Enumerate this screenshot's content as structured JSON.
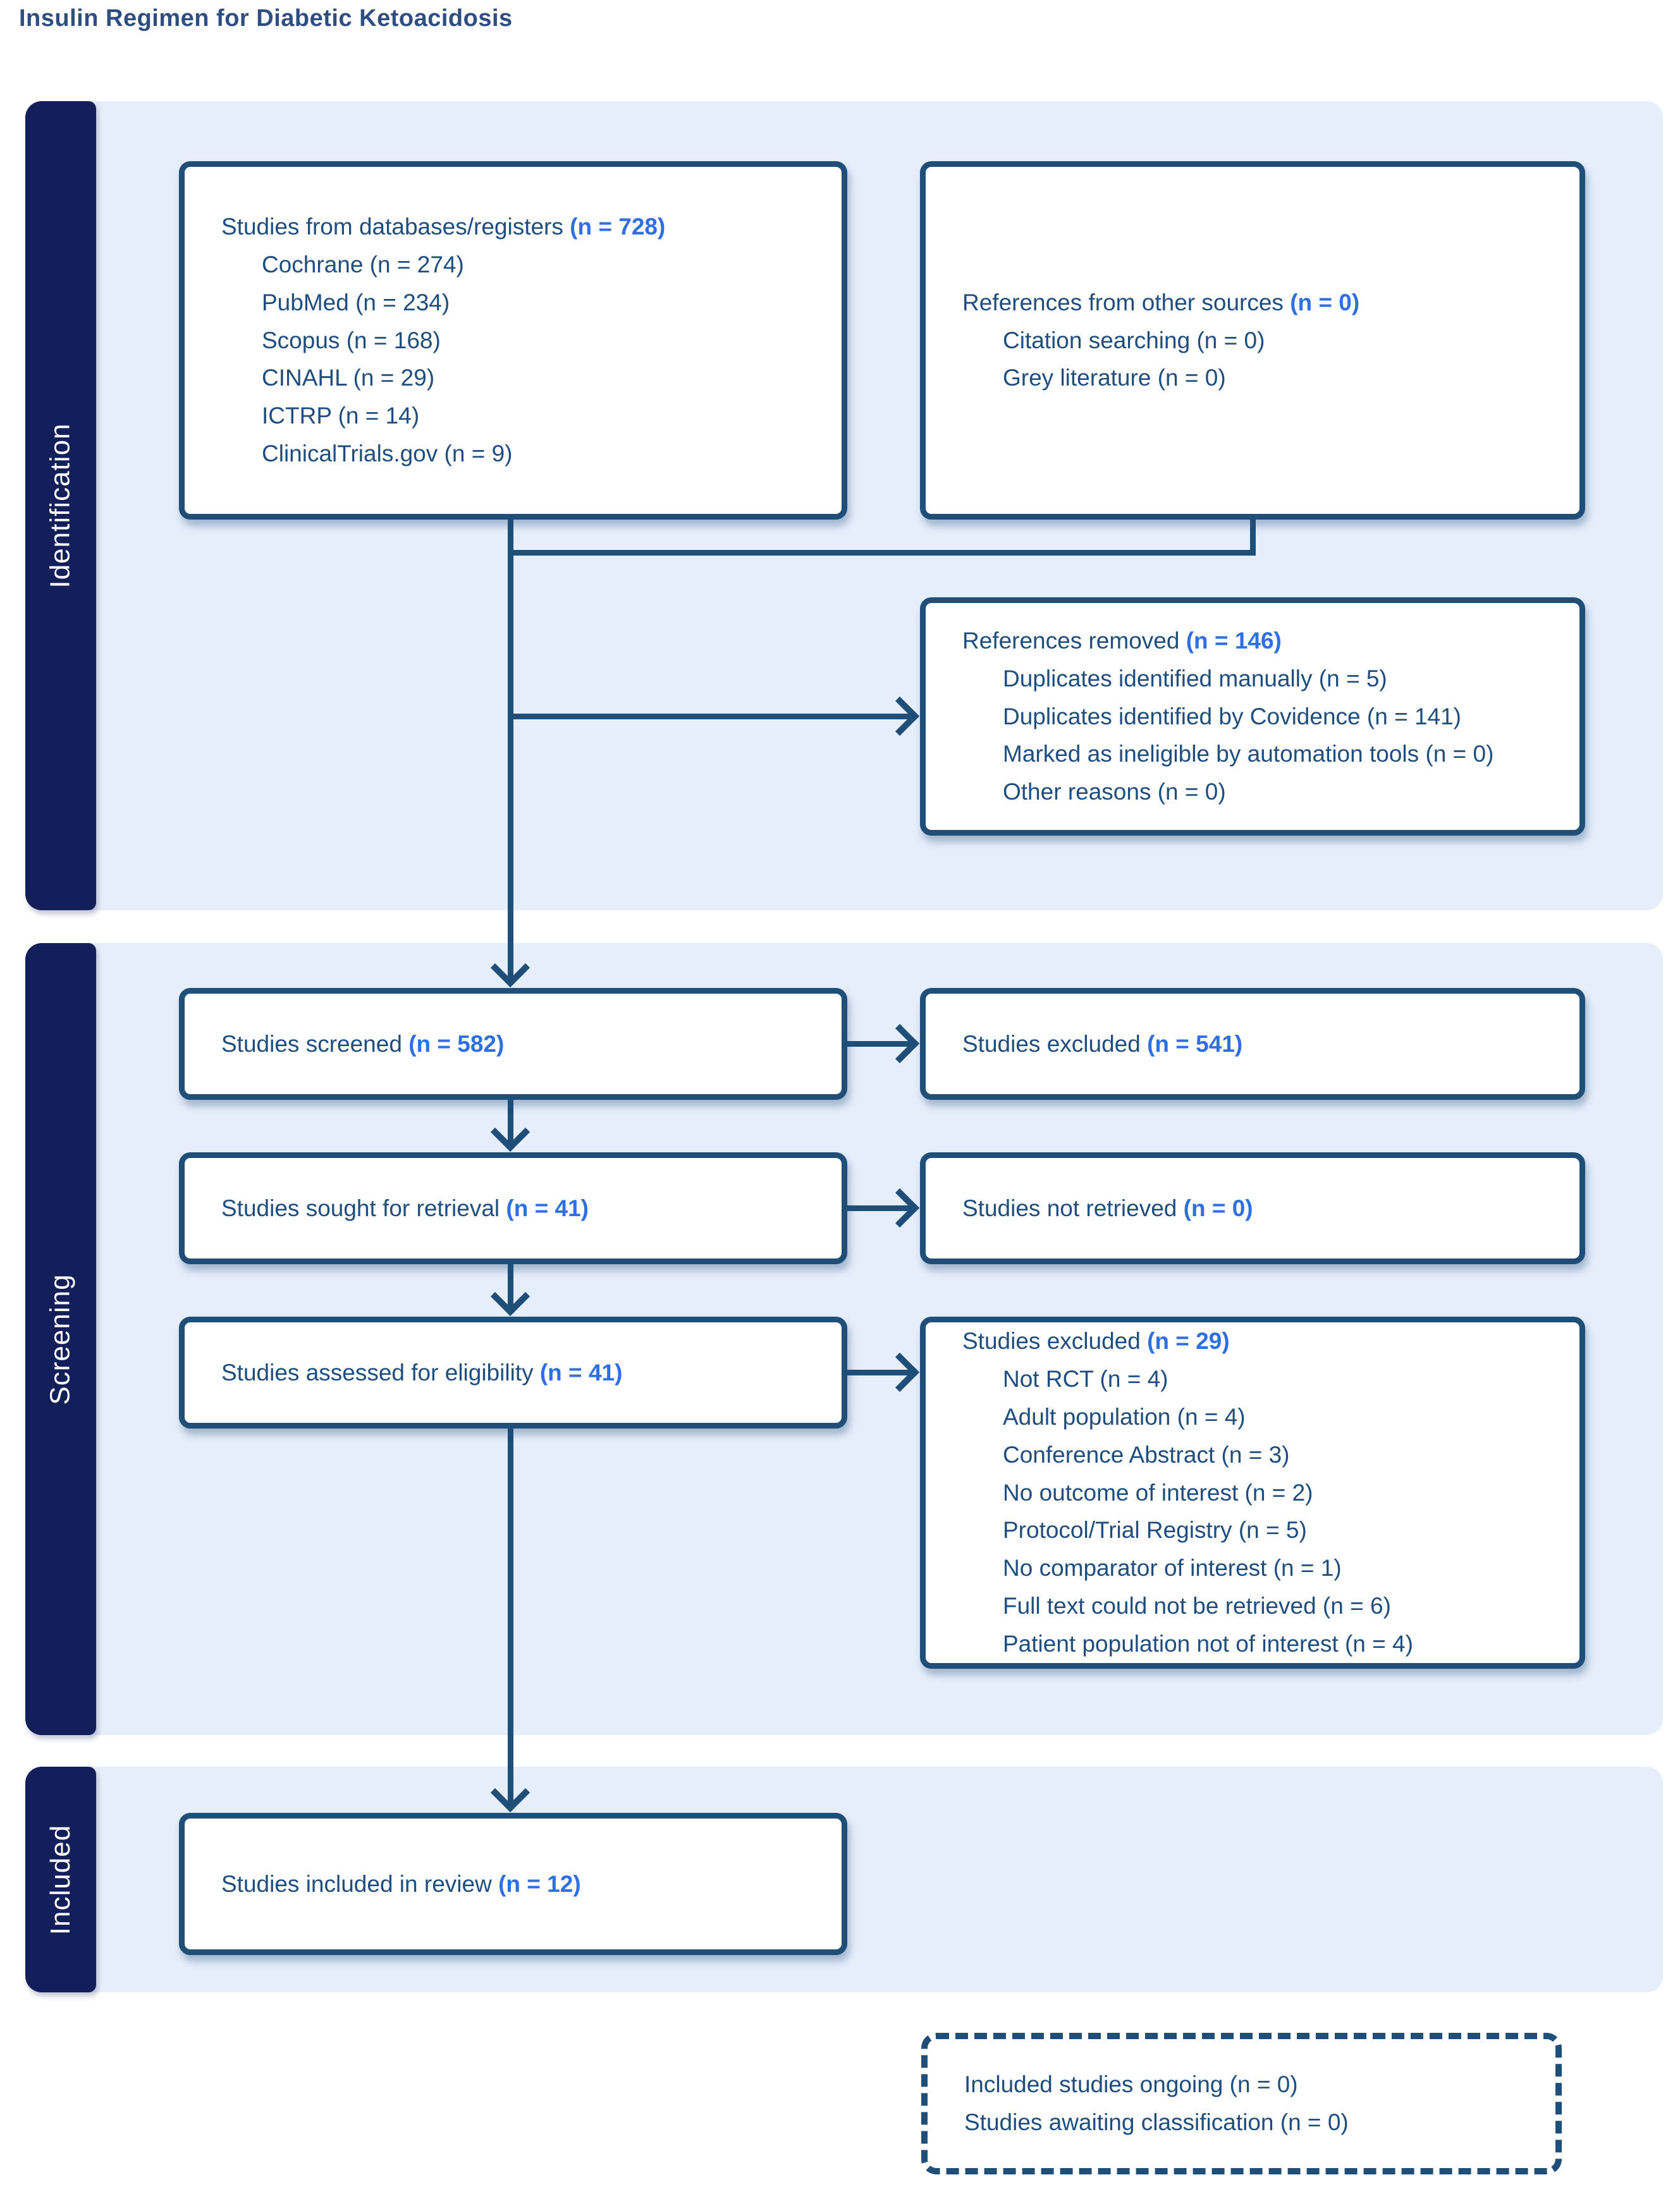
{
  "title": "Insulin Regimen for Diabetic Ketoacidosis",
  "colors": {
    "line": "#1f4e79",
    "number_accent": "#2e6fe4",
    "sidebar_navy": "#121f58",
    "band_background": "#e6eefb",
    "text": "#1f4d7d",
    "title": "#2e4d80"
  },
  "sidebar_labels": {
    "identification": "Identification",
    "screening": "Screening",
    "included": "Included"
  },
  "boxes": {
    "databases": {
      "label": "Studies from databases/registers",
      "count": "(n = 728)",
      "items": [
        "Cochrane (n = 274)",
        "PubMed (n = 234)",
        "Scopus (n = 168)",
        "CINAHL (n = 29)",
        "ICTRP (n = 14)",
        "ClinicalTrials.gov (n = 9)"
      ]
    },
    "other_sources": {
      "label": "References from other sources",
      "count": "(n = 0)",
      "items": [
        "Citation searching (n = 0)",
        "Grey literature (n = 0)"
      ]
    },
    "references_removed": {
      "label": "References removed",
      "count": "(n = 146)",
      "items": [
        "Duplicates identified manually (n = 5)",
        "Duplicates identified by Covidence (n = 141)",
        "Marked as ineligible by automation tools (n = 0)",
        "Other reasons (n = 0)"
      ]
    },
    "screened": {
      "label": "Studies screened",
      "count": "(n = 582)"
    },
    "excluded_screening": {
      "label": "Studies excluded",
      "count": "(n = 541)"
    },
    "sought": {
      "label": "Studies sought for retrieval",
      "count": "(n = 41)"
    },
    "not_retrieved": {
      "label": "Studies not retrieved",
      "count": "(n = 0)"
    },
    "assessed": {
      "label": "Studies assessed for eligibility",
      "count": "(n = 41)"
    },
    "excluded_eligibility": {
      "label": "Studies excluded",
      "count": "(n = 29)",
      "items": [
        "Not RCT (n = 4)",
        "Adult population (n = 4)",
        "Conference Abstract (n = 3)",
        "No outcome of interest (n = 2)",
        "Protocol/Trial Registry (n = 5)",
        "No comparator of interest (n = 1)",
        "Full text could not be retrieved (n = 6)",
        "Patient population not of interest (n = 4)"
      ]
    },
    "included_review": {
      "label": "Studies included in review",
      "count": "(n = 12)"
    },
    "awaiting": {
      "items": [
        "Included studies ongoing (n = 0)",
        "Studies awaiting classification (n = 0)"
      ]
    }
  }
}
